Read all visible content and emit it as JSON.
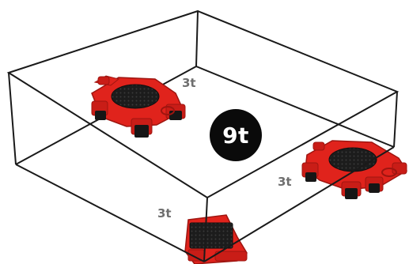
{
  "diagram": {
    "total_capacity": "9t",
    "skates": [
      {
        "id": "top-left",
        "capacity": "3t"
      },
      {
        "id": "right",
        "capacity": "3t"
      },
      {
        "id": "front",
        "capacity": "3t"
      }
    ]
  },
  "colors": {
    "skate_red": "#e0231c",
    "skate_dark": "#9e1510",
    "pad_black": "#1c1c1c",
    "badge": "#0a0a0a",
    "label_gray": "#6f6f6f",
    "outline": "#1a1a1a"
  }
}
